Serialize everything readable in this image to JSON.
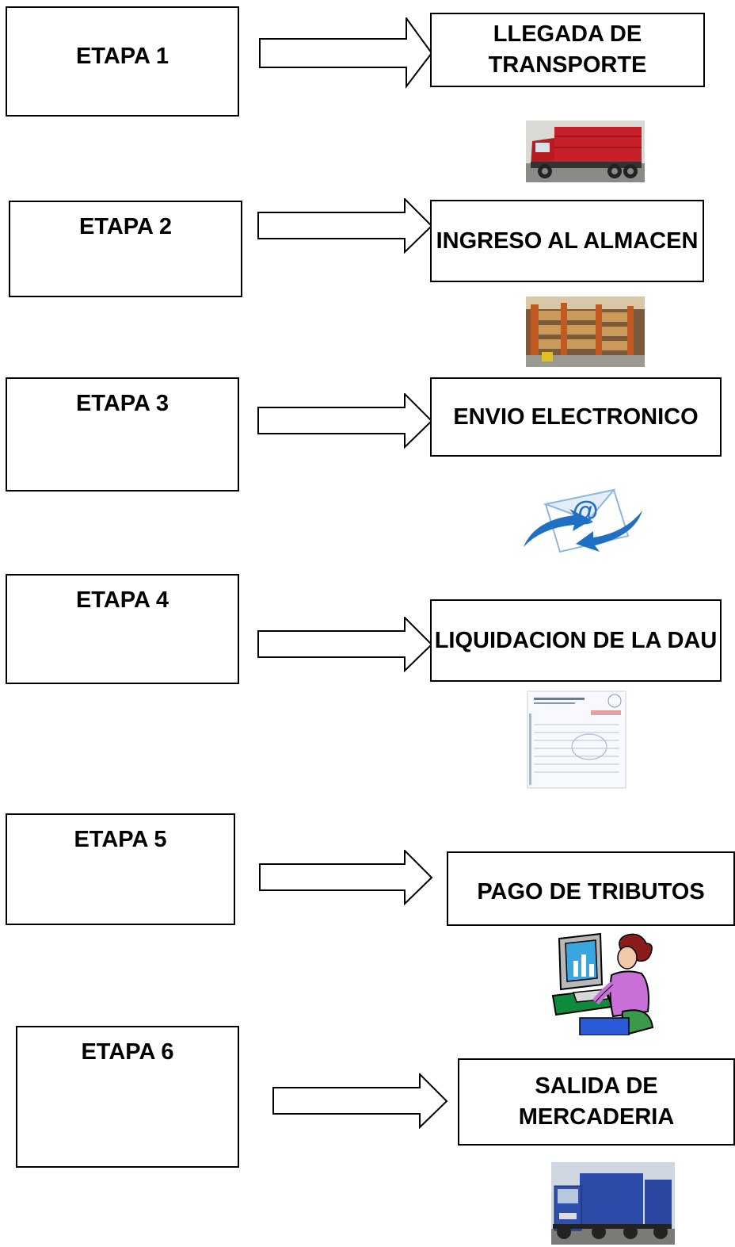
{
  "colors": {
    "line": "#000000",
    "truck_red": "#c8202a",
    "email_blue": "#1f6fc4",
    "truck_blue": "#2c4aa8"
  },
  "stages": [
    {
      "stage": "ETAPA 1",
      "step": "LLEGADA DE TRANSPORTE",
      "icon": "red-truck-icon"
    },
    {
      "stage": "ETAPA 2",
      "step": "INGRESO AL ALMACEN",
      "icon": "warehouse-icon"
    },
    {
      "stage": "ETAPA 3",
      "step": "ENVIO ELECTRONICO",
      "icon": "email-icon"
    },
    {
      "stage": "ETAPA 4",
      "step": "LIQUIDACION DE LA DAU",
      "icon": "document-icon"
    },
    {
      "stage": "ETAPA 5",
      "step": "PAGO DE TRIBUTOS",
      "icon": "person-at-computer-icon"
    },
    {
      "stage": "ETAPA 6",
      "step": "SALIDA DE MERCADERIA",
      "icon": "blue-truck-icon"
    }
  ]
}
